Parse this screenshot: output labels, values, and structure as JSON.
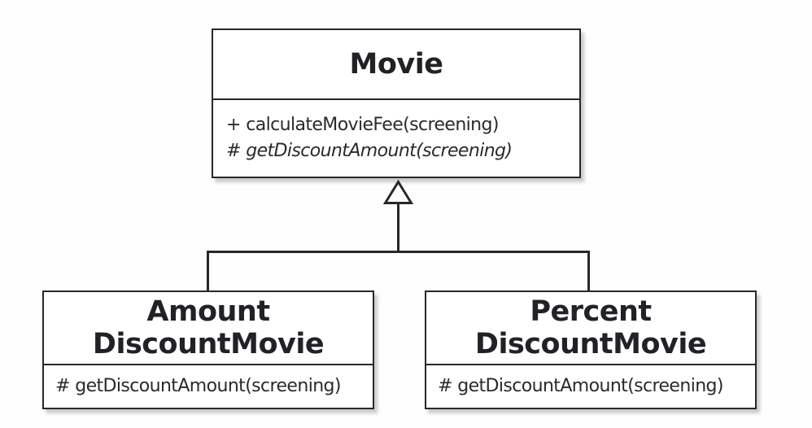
{
  "colors": {
    "line": "#28282c",
    "box_fill": "#ffffff",
    "background": "#fefefe",
    "text": "#2a2a2e"
  },
  "relationship": {
    "type": "generalization",
    "arrowhead": "hollow-triangle",
    "parent": "Movie",
    "children": [
      "AmountDiscountMovie",
      "PercentDiscountMovie"
    ]
  },
  "classes": {
    "movie": {
      "name": "Movie",
      "methods": [
        {
          "text": "+ calculateMovieFee(screening)",
          "italic": false
        },
        {
          "text": "# getDiscountAmount(screening)",
          "italic": true
        }
      ]
    },
    "amount_discount_movie": {
      "name_line1": "Amount",
      "name_line2": "DiscountMovie",
      "methods": [
        {
          "text": "# getDiscountAmount(screening)",
          "italic": false
        }
      ]
    },
    "percent_discount_movie": {
      "name_line1": "Percent",
      "name_line2": "DiscountMovie",
      "methods": [
        {
          "text": "# getDiscountAmount(screening)",
          "italic": false
        }
      ]
    }
  }
}
